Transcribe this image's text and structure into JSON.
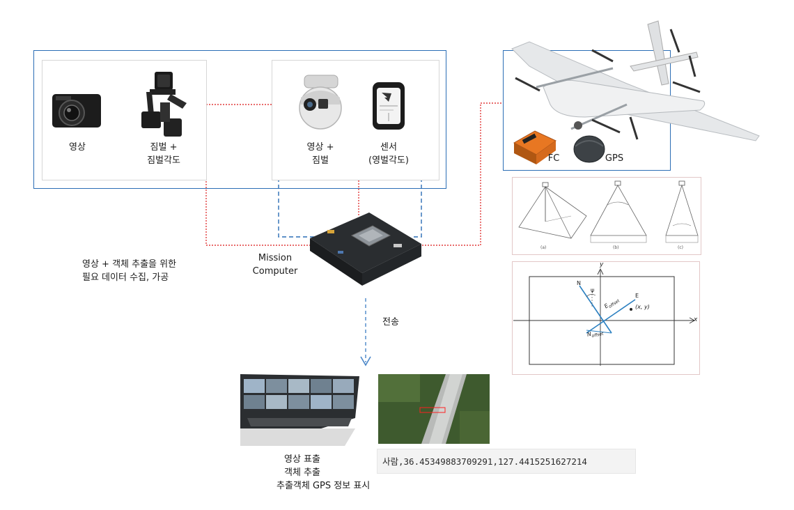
{
  "left_group": {
    "camera_label": "영상",
    "gimbal_label_1": "짐벌 +",
    "gimbal_label_2": "짐벌각도"
  },
  "right_group": {
    "gimbal_cam_label_1": "영상 +",
    "gimbal_cam_label_2": "짐벌",
    "sensor_label_1": "센서",
    "sensor_label_2": "(영벌각도)"
  },
  "drone_group": {
    "fc_label": "FC",
    "gps_label": "GPS"
  },
  "mission_computer": {
    "label_1": "Mission",
    "label_2": "Computer"
  },
  "collect_note": {
    "line1": "영상 + 객체 추출을 위한",
    "line2": "필요 데이터 수집, 가공"
  },
  "transfer_label": "전송",
  "fov_diagram": {
    "panel_labels": [
      "(a)",
      "(b)",
      "(c)"
    ]
  },
  "coord_diagram": {
    "x_axis": "x",
    "y_axis": "y",
    "north": "N",
    "east": "E",
    "psi": "ψ",
    "e_offset": "E",
    "e_offset_sub": "offset",
    "n_offset": "N",
    "n_offset_sub": "offset",
    "point": "(x, y)"
  },
  "detection_output": "사람,36.45349883709291,127.4415251627214",
  "ground_station": {
    "line1": "영상 표출",
    "line2": "객체 추출",
    "line3": "추출객체 GPS 정보 표시"
  }
}
